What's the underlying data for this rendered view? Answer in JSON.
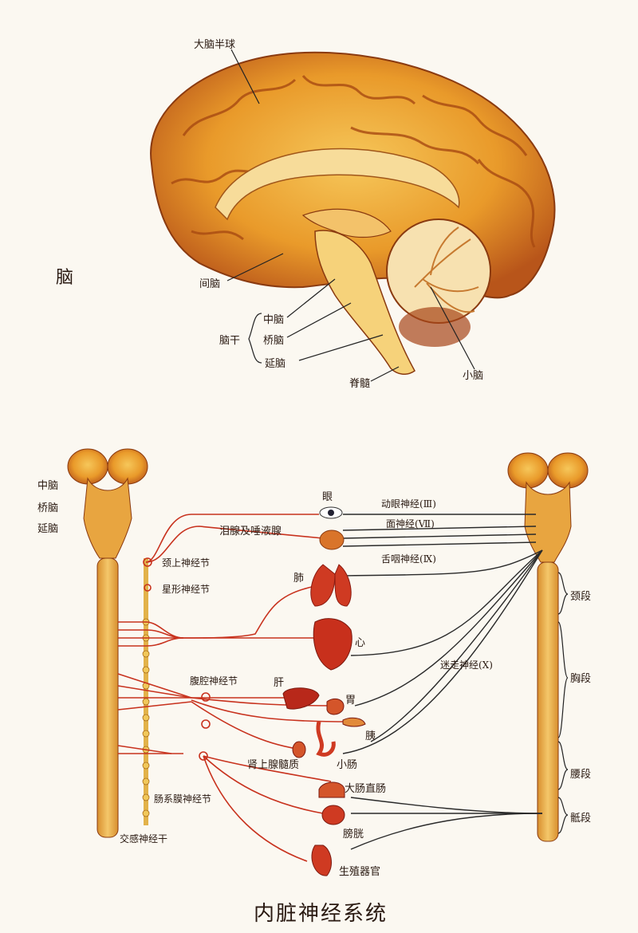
{
  "brain_section": {
    "title": "脑",
    "labels": {
      "cerebral_hemisphere": "大脑半球",
      "diencephalon": "间脑",
      "brainstem": "脑干",
      "midbrain": "中脑",
      "pons": "桥脑",
      "medulla": "延脑",
      "spinal_cord": "脊髓",
      "cerebellum": "小脑"
    }
  },
  "ans_section": {
    "left_labels": {
      "midbrain": "中脑",
      "pons": "桥脑",
      "medulla": "延脑",
      "superior_cervical_ganglion": "颈上神经节",
      "stellate_ganglion": "星形神经节",
      "celiac_ganglion": "腹腔神经节",
      "mesenteric_ganglion": "肠系膜神经节",
      "sympathetic_trunk": "交感神经干"
    },
    "organs": {
      "eye": "眼",
      "lacrimal_salivary": "泪腺及唾液腺",
      "lung": "肺",
      "heart": "心",
      "liver": "肝",
      "stomach": "胃",
      "pancreas": "胰",
      "adrenal_medulla": "肾上腺髓质",
      "small_intestine": "小肠",
      "large_intestine": "大肠直肠",
      "bladder": "膀胱",
      "genitals": "生殖器官"
    },
    "nerves": {
      "oculomotor": "动眼神经(Ⅲ)",
      "facial": "面神经(Ⅶ)",
      "glossopharyngeal": "舌咽神经(Ⅸ)",
      "vagus": "迷走神经(Ⅹ)"
    },
    "segments": {
      "cervical": "颈段",
      "thoracic": "胸段",
      "lumbar": "腰段",
      "sacral": "骶段"
    },
    "title": "内脏神经系统"
  },
  "colors": {
    "sympathetic": "#c8321e",
    "parasympathetic": "#2a2a2a",
    "tissue": "#e9a53c",
    "organ": "#cf3a22"
  }
}
